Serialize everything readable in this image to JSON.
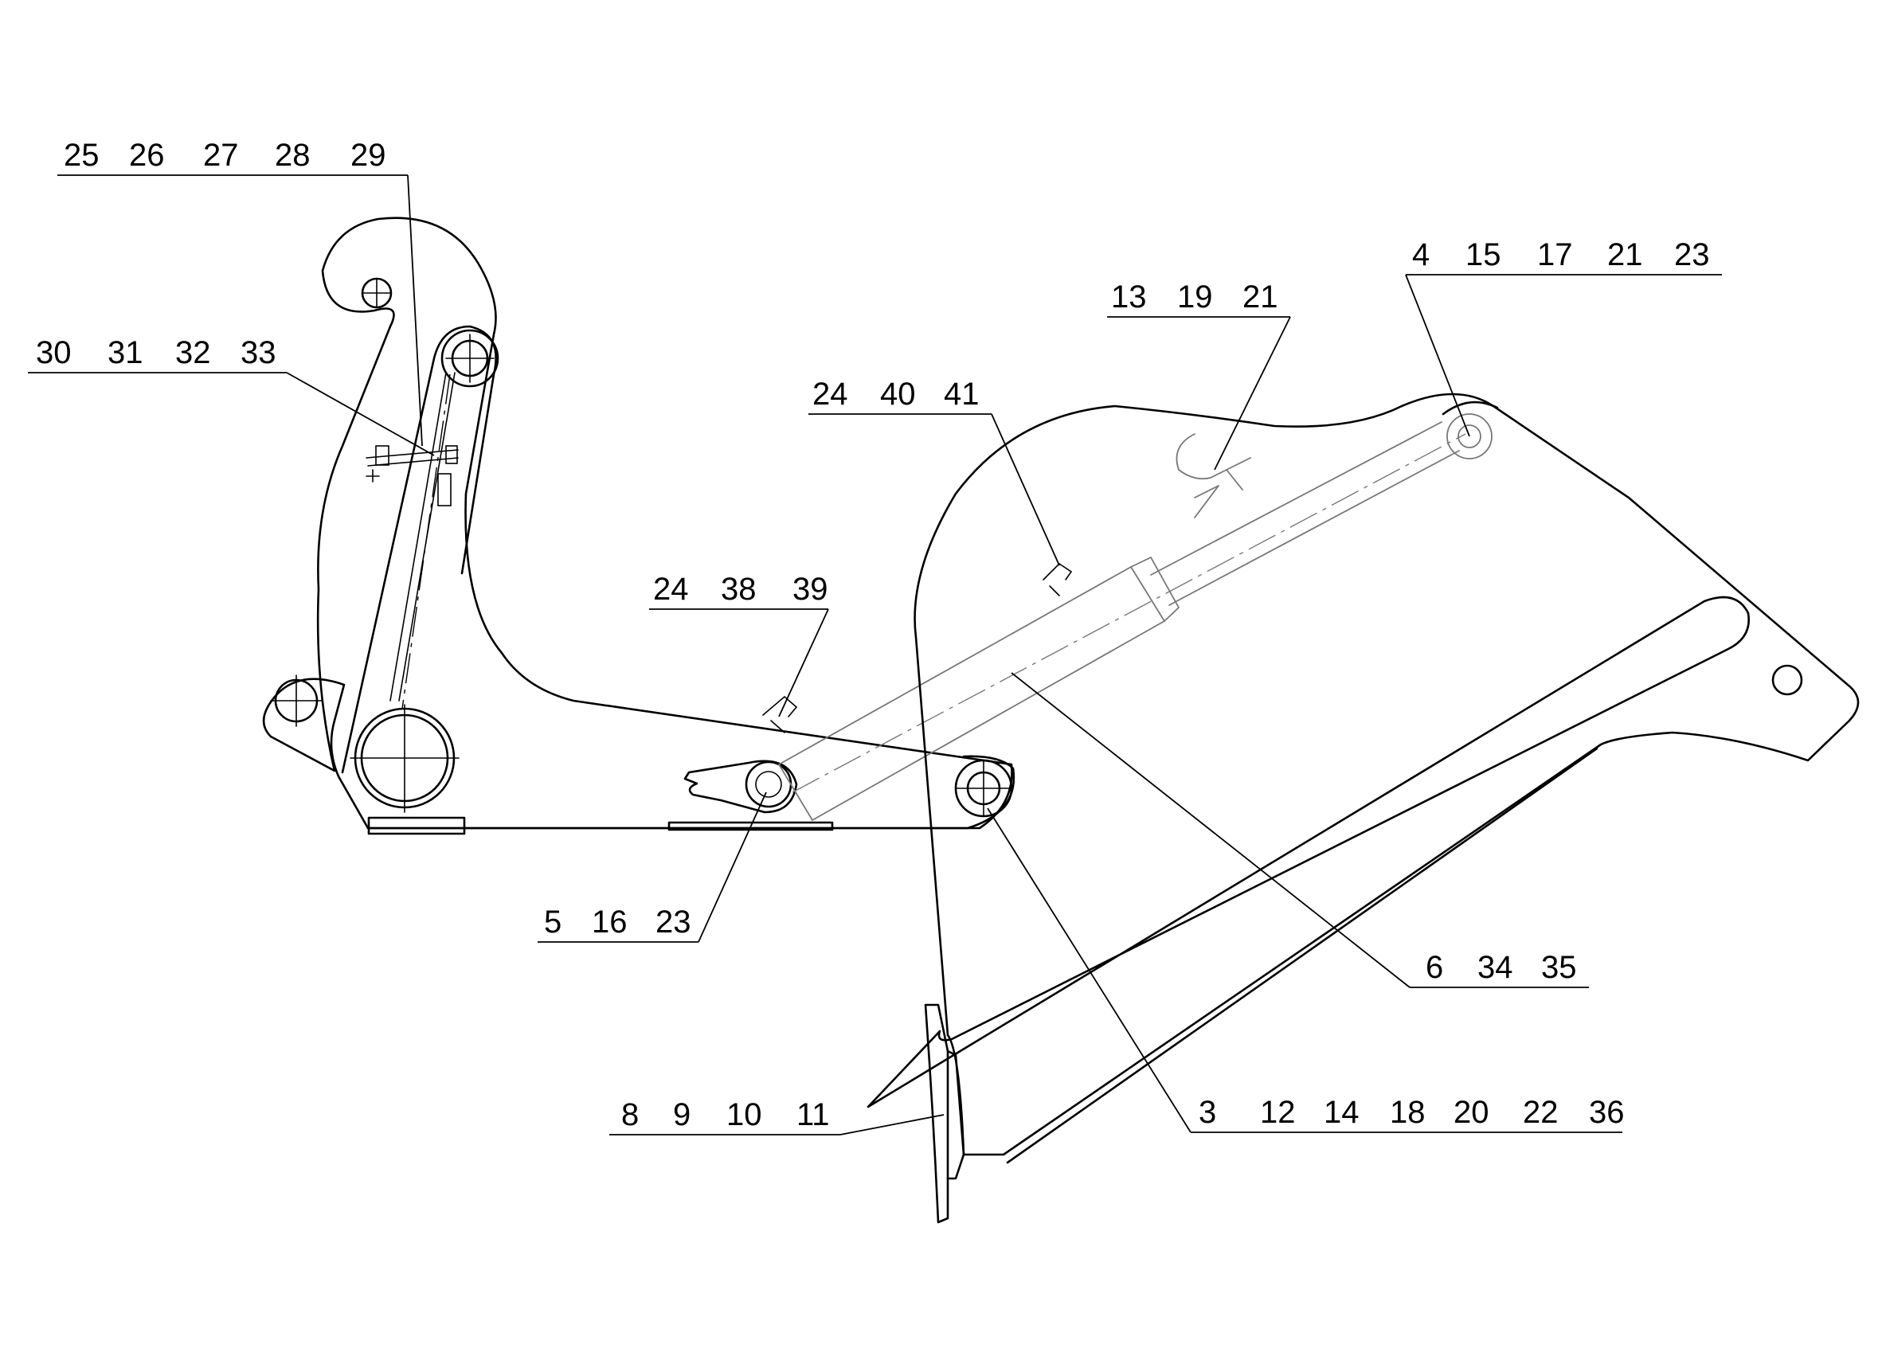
{
  "callouts": [
    {
      "id": "tl-top",
      "labels": [
        "25",
        "26",
        "27",
        "28",
        "29"
      ]
    },
    {
      "id": "tl-mid",
      "labels": [
        "30",
        "31",
        "32",
        "33"
      ]
    },
    {
      "id": "cyl-top",
      "labels": [
        "24",
        "40",
        "41"
      ]
    },
    {
      "id": "cyl-bottom",
      "labels": [
        "24",
        "38",
        "39"
      ]
    },
    {
      "id": "arm-top-a",
      "labels": [
        "13",
        "19",
        "21"
      ]
    },
    {
      "id": "arm-top-b",
      "labels": [
        "4",
        "15",
        "17",
        "21",
        "23"
      ]
    },
    {
      "id": "pin-left",
      "labels": [
        "5",
        "16",
        "23"
      ]
    },
    {
      "id": "cyl-body",
      "labels": [
        "6",
        "34",
        "35"
      ]
    },
    {
      "id": "foot",
      "labels": [
        "8",
        "9",
        "10",
        "11"
      ]
    },
    {
      "id": "pin-right",
      "labels": [
        "3",
        "12",
        "14",
        "18",
        "20",
        "22",
        "36"
      ]
    }
  ]
}
